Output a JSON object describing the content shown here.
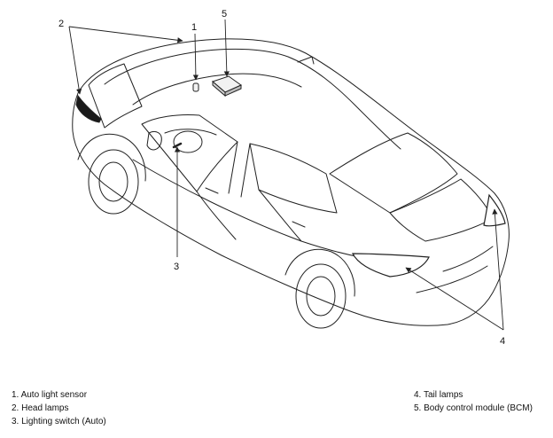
{
  "callouts": {
    "c1": "1",
    "c2": "2",
    "c3": "3",
    "c4": "4",
    "c5": "5"
  },
  "legend": {
    "left": [
      "1. Auto light sensor",
      "2. Head lamps",
      "3. Lighting switch (Auto)"
    ],
    "right": [
      "4. Tail lamps",
      "5. Body control module (BCM)"
    ]
  },
  "colors": {
    "line": "#222222",
    "fill_dark": "#1a1a1a",
    "fill_light": "#f2f2f2"
  }
}
